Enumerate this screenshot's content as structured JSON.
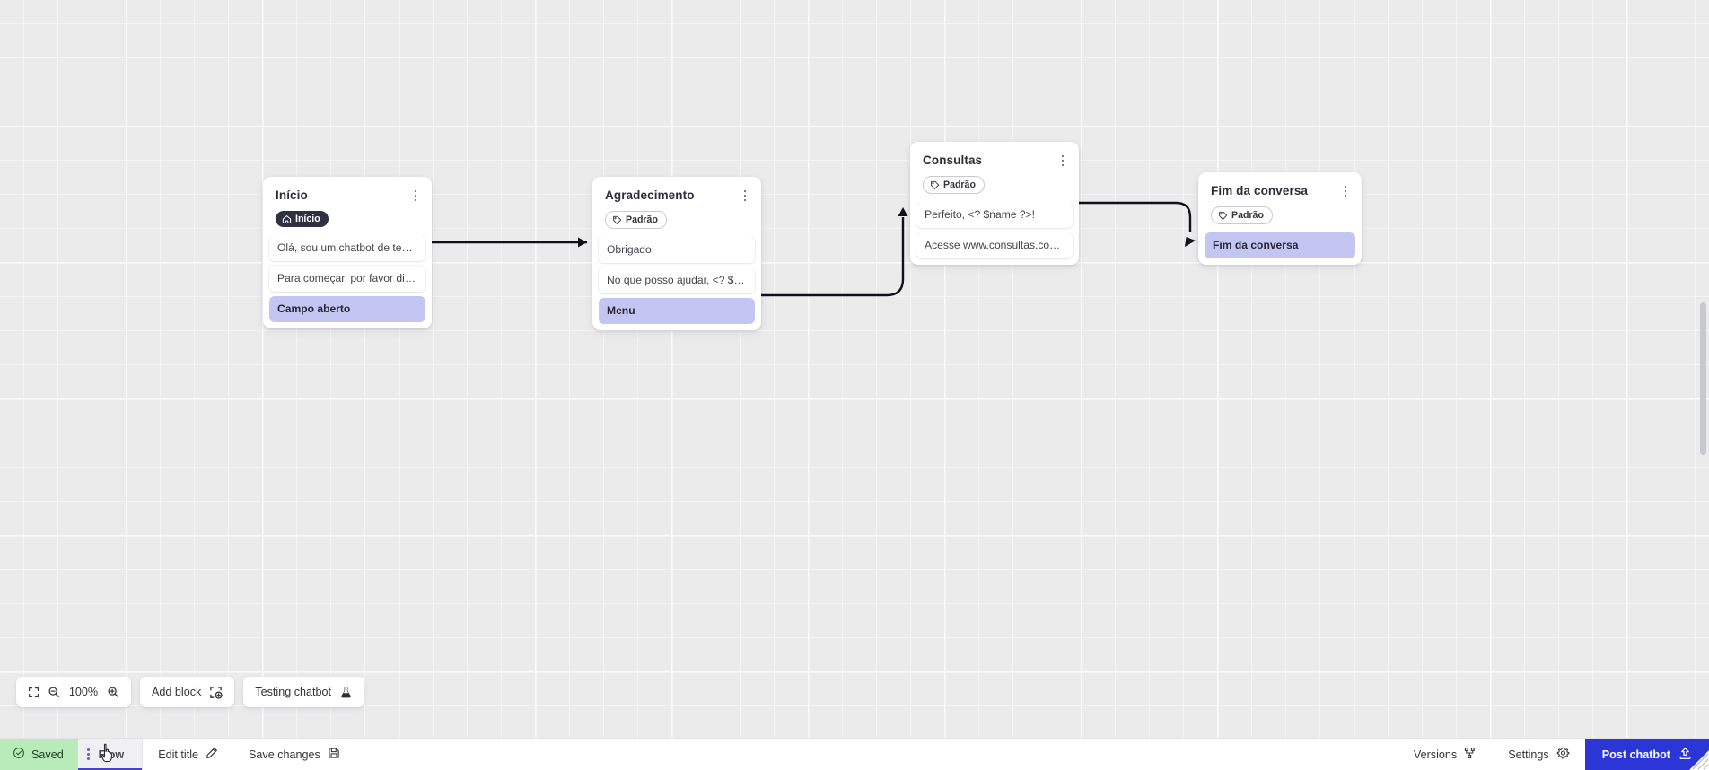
{
  "canvas": {
    "zoom_level": "100%",
    "nodes": [
      {
        "id": "inicio",
        "title": "Início",
        "badge": {
          "label": "Início",
          "icon": "home-icon",
          "style": "start"
        },
        "rows": [
          {
            "text": "Olá, sou um chatbot de teste!",
            "type": "message"
          },
          {
            "text": "Para começar, por favor digite o ...",
            "type": "message"
          },
          {
            "text": "Campo aberto",
            "type": "option"
          }
        ]
      },
      {
        "id": "agradecimento",
        "title": "Agradecimento",
        "badge": {
          "label": "Padrão",
          "icon": "tag-icon",
          "style": "default"
        },
        "rows": [
          {
            "text": "Obrigado!",
            "type": "message"
          },
          {
            "text": "No que posso ajudar, <? $name ...",
            "type": "message"
          },
          {
            "text": "Menu",
            "type": "option"
          }
        ]
      },
      {
        "id": "consultas",
        "title": "Consultas",
        "badge": {
          "label": "Padrão",
          "icon": "tag-icon",
          "style": "default"
        },
        "rows": [
          {
            "text": "Perfeito, <? $name ?>!",
            "type": "message"
          },
          {
            "text": "Acesse www.consultas.com par...",
            "type": "message"
          }
        ]
      },
      {
        "id": "fim",
        "title": "Fim da conversa",
        "badge": {
          "label": "Padrão",
          "icon": "tag-icon",
          "style": "default"
        },
        "rows": [
          {
            "text": "Fim da conversa",
            "type": "option"
          }
        ]
      }
    ]
  },
  "float_toolbar": {
    "fit_icon": "fit-screen-icon",
    "zoom_out_icon": "zoom-out-icon",
    "zoom_value": "100%",
    "zoom_in_icon": "zoom-in-icon",
    "add_block_label": "Add block",
    "add_block_icon": "add-block-icon",
    "testing_label": "Testing chatbot",
    "testing_icon": "flask-icon"
  },
  "statusbar": {
    "saved_label": "Saved",
    "saved_icon": "check-circle-icon",
    "tab_label": "Flow",
    "tab_grip_icon": "drag-handle-icon",
    "edit_title_label": "Edit title",
    "edit_title_icon": "pencil-icon",
    "save_changes_label": "Save changes",
    "save_changes_icon": "floppy-disk-icon",
    "versions_label": "Versions",
    "versions_icon": "branch-icon",
    "settings_label": "Settings",
    "settings_icon": "gear-icon",
    "post_label": "Post chatbot",
    "post_icon": "upload-icon"
  },
  "colors": {
    "accent": "#2c36d6",
    "saved_bg": "#b9eab9",
    "option_row": "#c3c6f2",
    "start_badge": "#2f3042",
    "canvas_bg": "#ebebec"
  }
}
